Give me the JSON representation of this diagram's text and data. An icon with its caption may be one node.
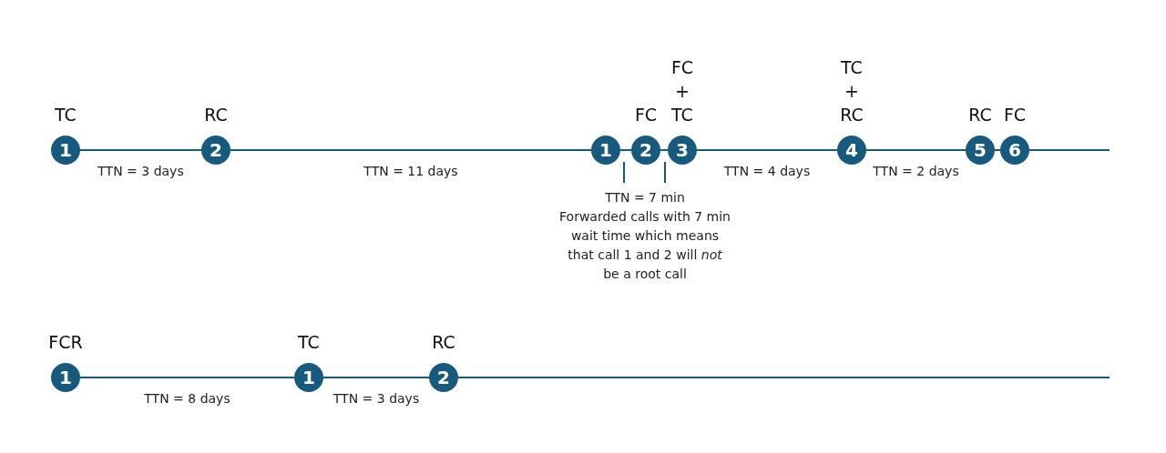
{
  "diagram": {
    "nodes": [
      {
        "text": [
          "1"
        ],
        "beside": [
          "TC"
        ]
      },
      {
        "text": [
          "2"
        ],
        "beside": [
          "RC"
        ]
      },
      {
        "text": [
          "1"
        ]
      },
      {
        "text": [
          "2"
        ],
        "beside": [
          "FC"
        ]
      },
      {
        "text": [
          "3"
        ],
        "beside": [
          "FC + TC"
        ]
      },
      {
        "text": [
          "4"
        ],
        "beside": [
          "TC + RC"
        ]
      },
      {
        "text": [
          "5"
        ],
        "beside": [
          "RC"
        ]
      },
      {
        "text": [
          "6"
        ],
        "beside": [
          "FC"
        ]
      },
      {
        "text": [
          "1"
        ],
        "beside": [
          "FCR"
        ]
      },
      {
        "text": [
          "1"
        ],
        "beside": [
          "TC"
        ]
      },
      {
        "text": [
          "2"
        ],
        "beside": [
          "RC"
        ]
      }
    ],
    "edges": [
      {
        "from": 0,
        "to": 1,
        "arrow": "none",
        "label": "TTN = 3 days"
      },
      {
        "from": 1,
        "to": 2,
        "arrow": "none",
        "label": "TTN = 11 days"
      },
      {
        "from": 2,
        "to": 3,
        "arrow": "none"
      },
      {
        "from": 3,
        "to": 4,
        "arrow": "none"
      },
      {
        "from": 4,
        "to": 5,
        "arrow": "none",
        "label": "TTN = 4 days"
      },
      {
        "from": 5,
        "to": 6,
        "arrow": "none",
        "label": "TTN = 2 days"
      },
      {
        "from": 6,
        "to": 7,
        "arrow": "none"
      },
      {
        "from": 7,
        "to": null,
        "arrow": "none"
      },
      {
        "from": 8,
        "to": 9,
        "arrow": "none",
        "label": "TTN = 8 days"
      },
      {
        "from": 9,
        "to": 10,
        "arrow": "none",
        "label": "TTN = 3 days"
      },
      {
        "from": 10,
        "to": null,
        "arrow": "none"
      }
    ],
    "labels": [
      "TTN = 7 min",
      "Forwarded calls with 7 min wait time which means that call 1 and 2 will *not* be a root call"
    ]
  }
}
